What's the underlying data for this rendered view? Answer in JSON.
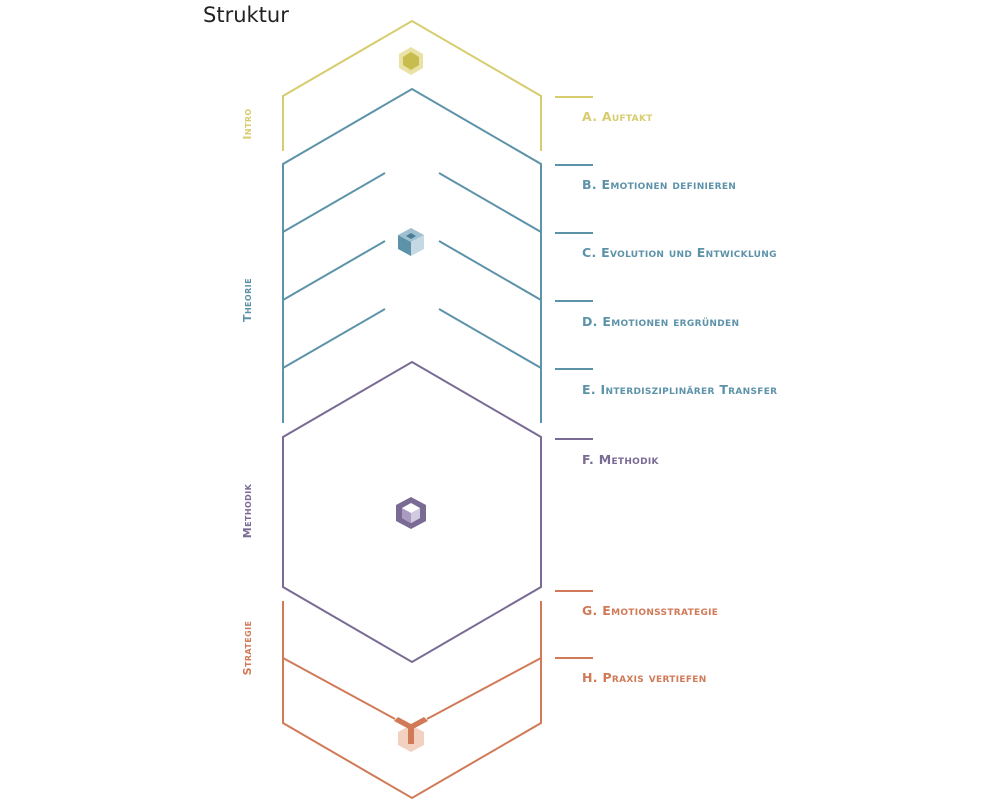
{
  "title": "Struktur",
  "colors": {
    "intro": "#d7cc6e",
    "theorie": "#5d93a9",
    "methodik": "#7a6b94",
    "strategie": "#d07a58"
  },
  "sections": [
    {
      "key": "intro",
      "label": "Intro"
    },
    {
      "key": "theorie",
      "label": "Theorie"
    },
    {
      "key": "methodik",
      "label": "Methodik"
    },
    {
      "key": "strategie",
      "label": "Strategie"
    }
  ],
  "items": [
    {
      "key": "a",
      "label": "A. Auftakt",
      "section": "intro"
    },
    {
      "key": "b",
      "label": "B. Emotionen definieren",
      "section": "theorie"
    },
    {
      "key": "c",
      "label": "C. Evolution und Entwicklung",
      "section": "theorie"
    },
    {
      "key": "d",
      "label": "D. Emotionen ergründen",
      "section": "theorie"
    },
    {
      "key": "e",
      "label": "E. Interdisziplinärer Transfer",
      "section": "theorie"
    },
    {
      "key": "f",
      "label": "F. Methodik",
      "section": "methodik"
    },
    {
      "key": "g",
      "label": "G. Emotionsstrategie",
      "section": "strategie"
    },
    {
      "key": "h",
      "label": "H. Praxis vertiefen",
      "section": "strategie"
    }
  ],
  "icons": [
    {
      "key": "intro",
      "name": "hexagon-icon"
    },
    {
      "key": "theorie",
      "name": "cube-icon"
    },
    {
      "key": "methodik",
      "name": "cube-outline-icon"
    },
    {
      "key": "strategie",
      "name": "cube-corner-icon"
    }
  ]
}
